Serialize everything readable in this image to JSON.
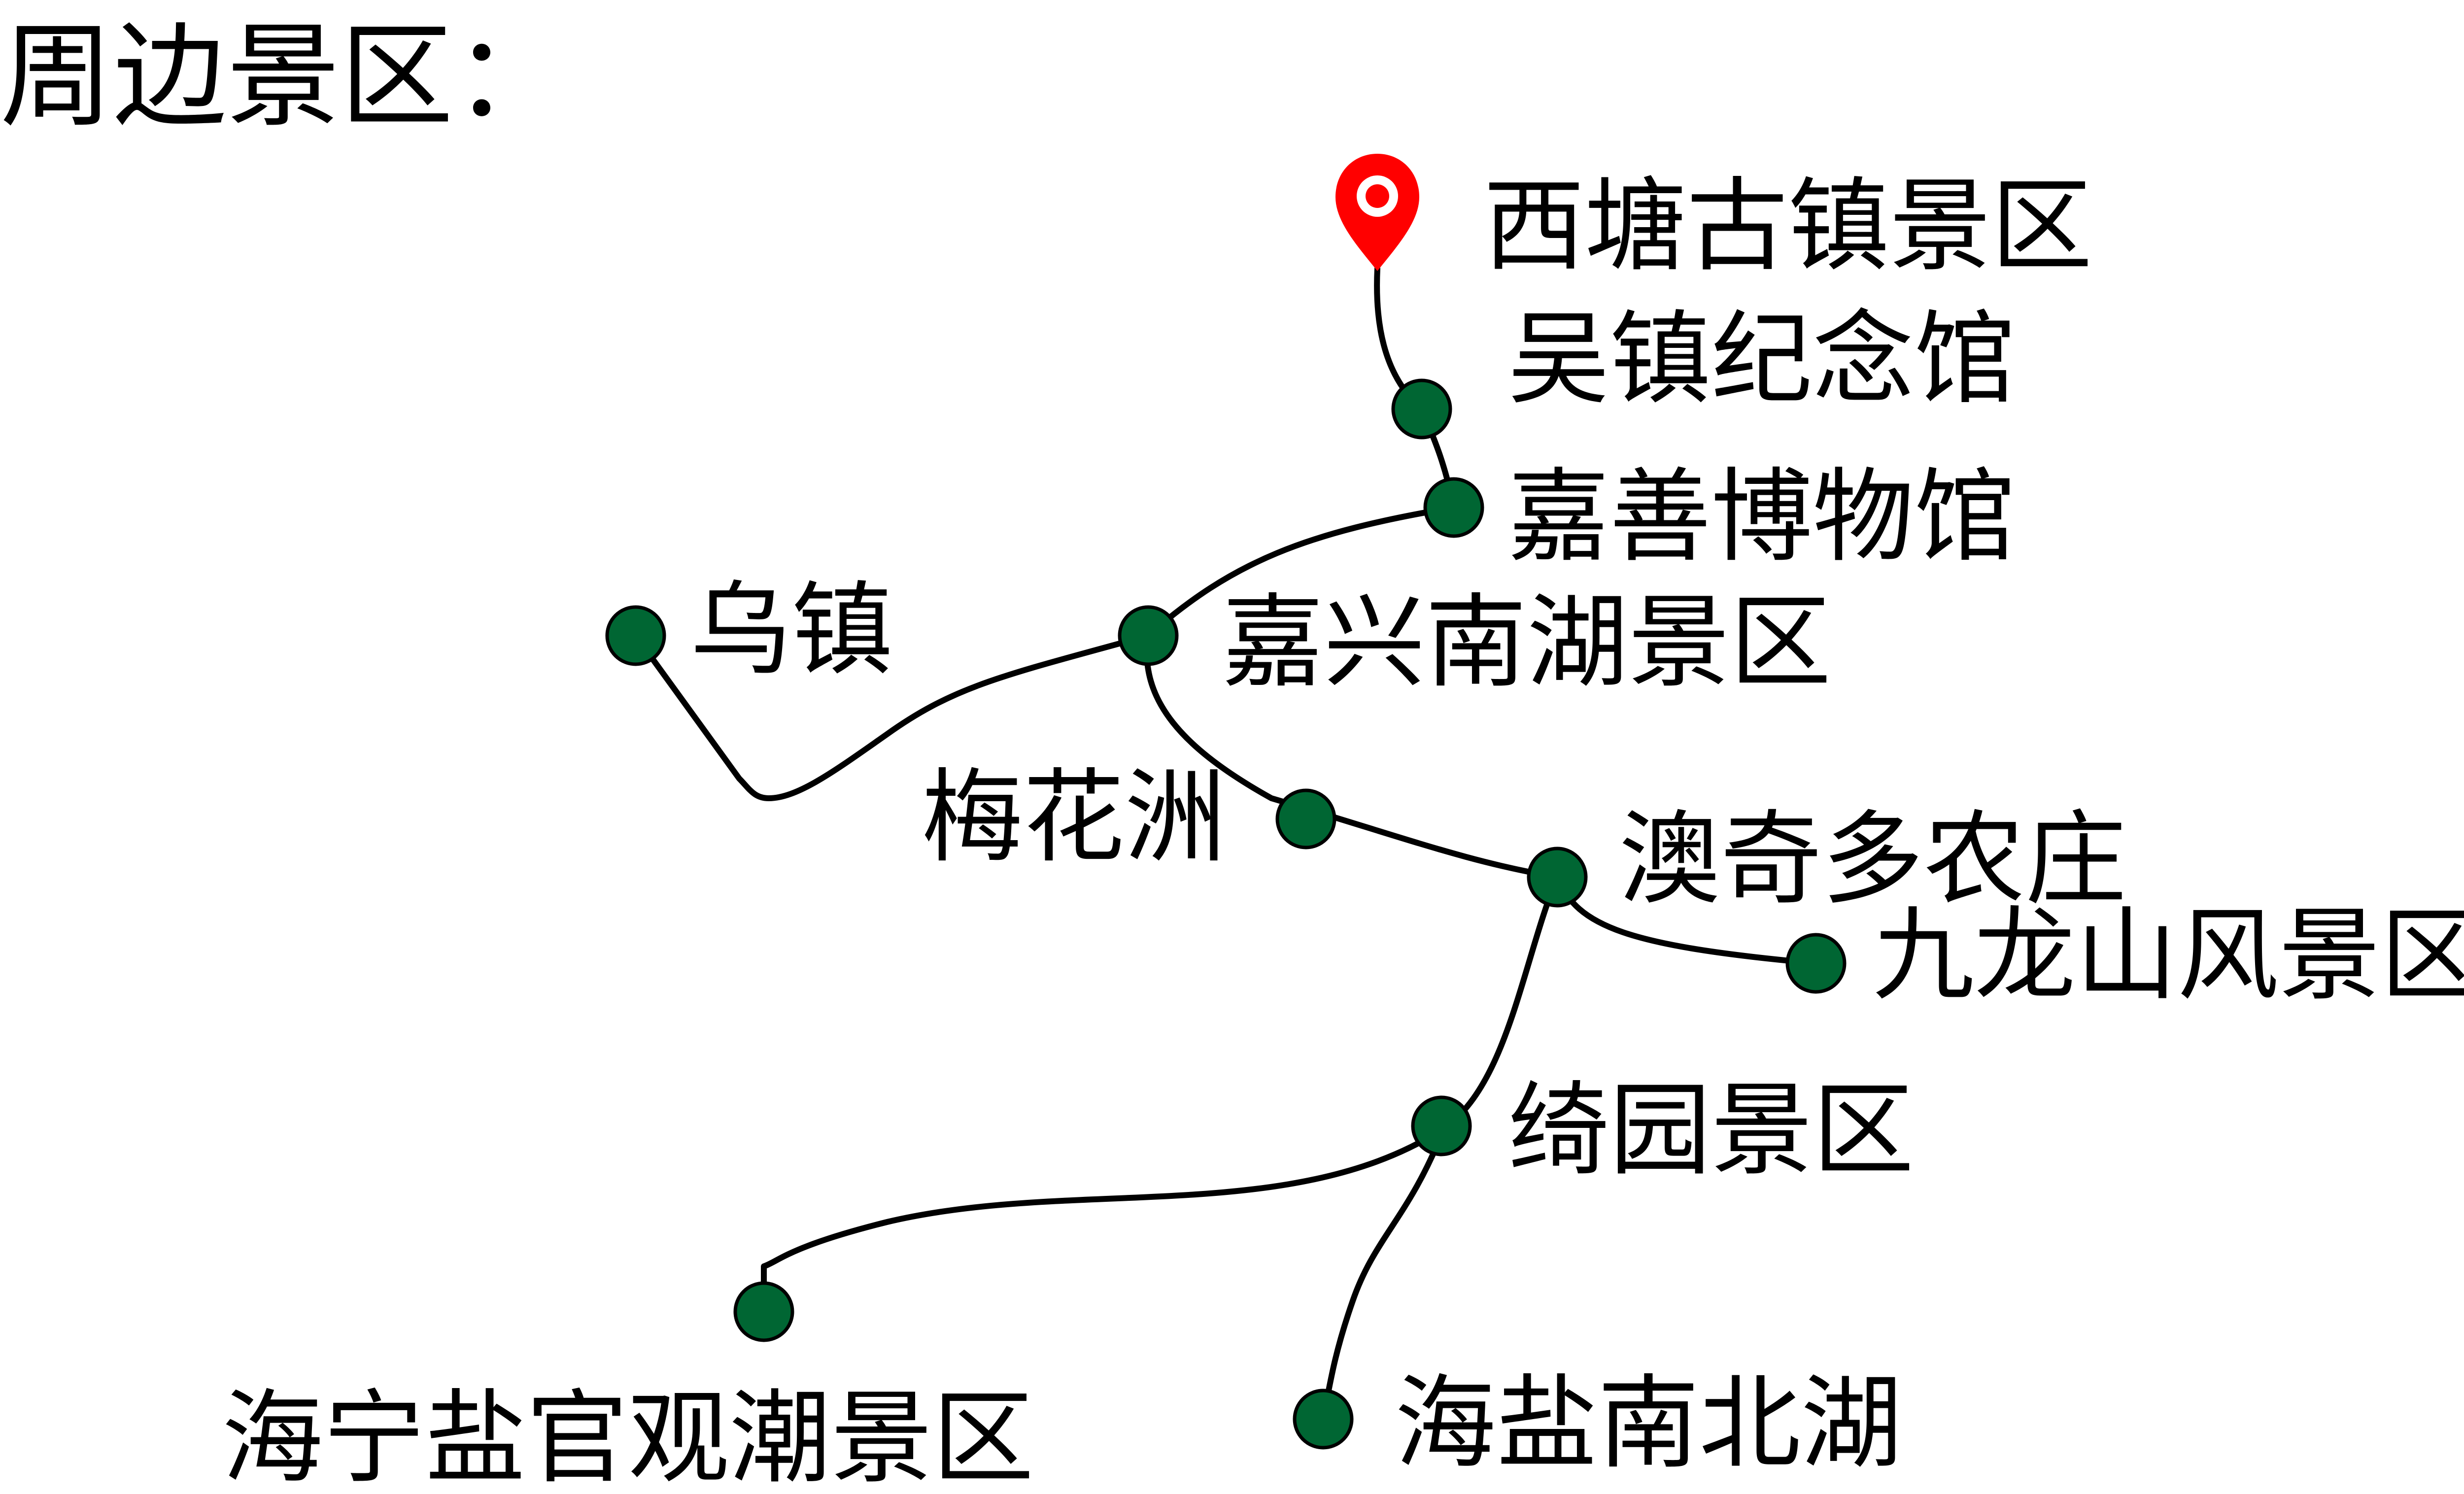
{
  "title": "周边景区：",
  "colors": {
    "node": "#006633",
    "pin": "#ff0000",
    "line": "#000000"
  },
  "origin": {
    "label": "西塘古镇景区",
    "icon": "location-pin-icon"
  },
  "spots": [
    {
      "id": "wuzhen-memorial",
      "label": "吴镇纪念馆"
    },
    {
      "id": "jiashan-museum",
      "label": "嘉善博物馆"
    },
    {
      "id": "jiaxing-nanhu",
      "label": "嘉兴南湖景区"
    },
    {
      "id": "wuzhen",
      "label": "乌镇"
    },
    {
      "id": "meihuazhou",
      "label": "梅花洲"
    },
    {
      "id": "aoqiduo",
      "label": "澳奇多农庄"
    },
    {
      "id": "jiulongshan",
      "label": "九龙山风景区"
    },
    {
      "id": "qiyuan",
      "label": "绮园景区"
    },
    {
      "id": "haining-yanguan",
      "label": "海宁盐官观潮景区"
    },
    {
      "id": "haiyan-nanbeihu",
      "label": "海盐南北湖"
    }
  ]
}
